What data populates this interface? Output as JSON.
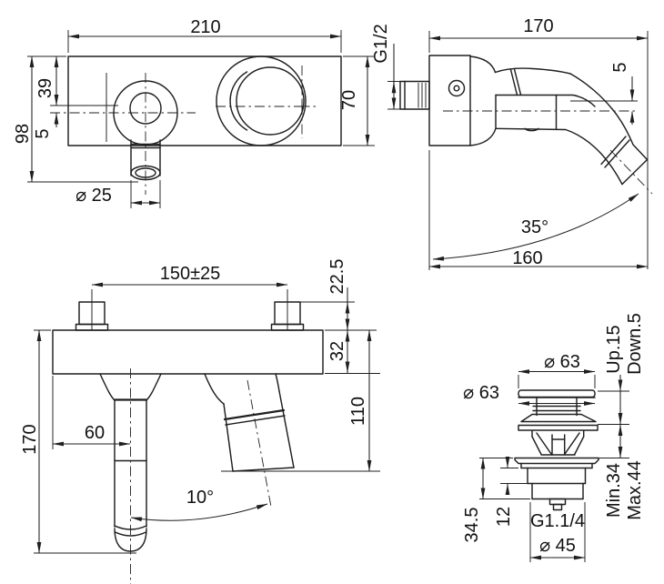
{
  "views": {
    "front": {
      "width": "210",
      "height": "98",
      "handle_offset": "39",
      "axis_gap": "5",
      "spout_dia": "⌀ 25",
      "plate_height": "70"
    },
    "side": {
      "depth": "170",
      "inlet_thread": "G1/2",
      "outlet_drop": "5",
      "spout_angle": "35°",
      "reach": "160"
    },
    "bath": {
      "centers": "150±25",
      "nut_height": "22.5",
      "body_height": "32",
      "outlet_drop": "110",
      "overall_height": "170",
      "shower_offset": "60",
      "tilt_angle": "10°"
    },
    "drain": {
      "cap_dia": "⌀ 63",
      "flange_dia": "⌀ 63",
      "up_travel": "Up.15",
      "down_travel": "Down.5",
      "min_clamp": "Min.34",
      "max_clamp": "Max.44",
      "tail_height": "34.5",
      "thread_offset": "12",
      "outlet_thread": "G1.1/4",
      "body_dia": "⌀ 45"
    }
  }
}
